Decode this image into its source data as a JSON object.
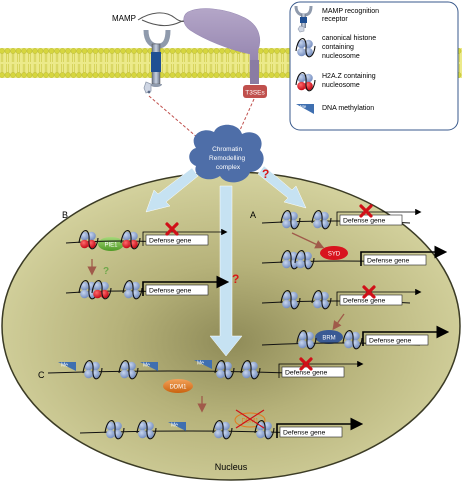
{
  "membrane": {
    "mamp_label": "MAMP",
    "t3se_label": "T3SEs"
  },
  "legend": {
    "items": [
      {
        "icon": "receptor-icon",
        "label_lines": [
          "MAMP recognition",
          "receptor"
        ]
      },
      {
        "icon": "nucleosome-icon",
        "label_lines": [
          "canonical histone",
          "containing",
          "nucleosome"
        ]
      },
      {
        "icon": "h2az-nucleosome-icon",
        "label_lines": [
          "H2A.Z containing",
          "nucleosome"
        ]
      },
      {
        "icon": "methyl-flag-icon",
        "flag_text": "Me",
        "label_lines": [
          "DNA methylation"
        ]
      }
    ]
  },
  "center": {
    "complex_lines": [
      "Chromatin",
      "Remodelling",
      "complex"
    ],
    "question_mark": "?"
  },
  "panels": {
    "B": {
      "letter": "B",
      "factor": "PIE1",
      "question_mark": "?",
      "gene_label": "Defense gene"
    },
    "A": {
      "letter": "A",
      "factor_syd": "SYD",
      "factor_brm": "BRM",
      "gene_label": "Defense gene"
    },
    "C": {
      "letter": "C",
      "factor": "DDM1",
      "methyl_text": "Me",
      "gene_label": "Defense gene"
    }
  },
  "nucleus_label": "Nucleus",
  "colors": {
    "nucleus_fill": "#b8b47a",
    "membrane_yellow": "#d8d84a",
    "histone_blue": "#8aa2cc",
    "h2az_red": "#d8121e",
    "complex_blue": "#4f6fab",
    "arrow_blue": "#c6e2f2",
    "cross_red": "#d01018",
    "pie1_green": "#6fb33a",
    "ddm1_orange": "#e27a1e"
  }
}
